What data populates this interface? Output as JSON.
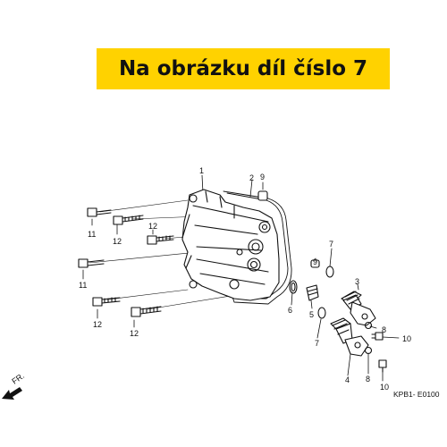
{
  "banner": {
    "text": "Na obrázku díl číslo 7"
  },
  "callouts": [
    "1",
    "2",
    "9",
    "11",
    "12",
    "12",
    "11",
    "12",
    "12",
    "9",
    "7",
    "3",
    "6",
    "5",
    "7",
    "8",
    "10",
    "4",
    "8",
    "10"
  ],
  "direction_label": "FR.",
  "diagram_code": "KPB1- E0100",
  "colors": {
    "banner": "#ffd200",
    "ink": "#111111"
  }
}
